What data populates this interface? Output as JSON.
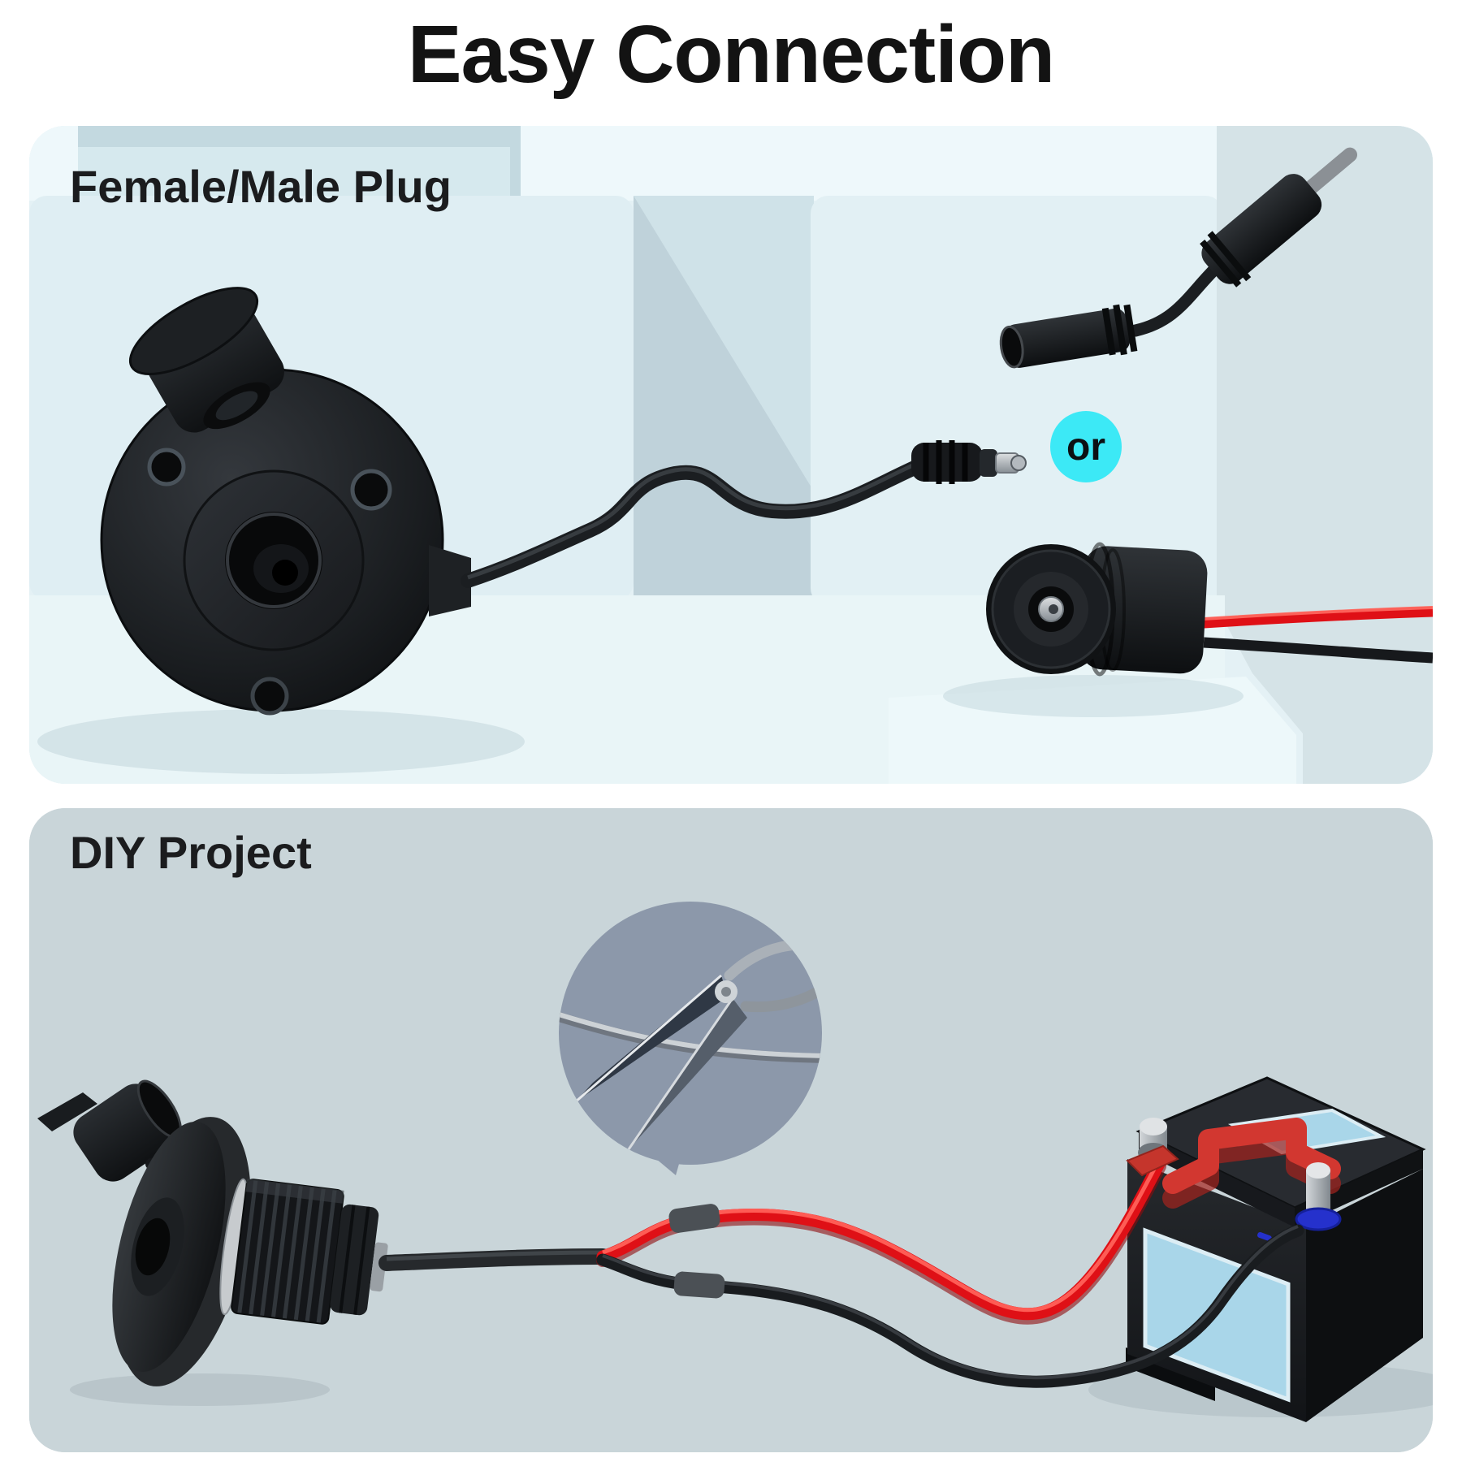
{
  "title": "Easy Connection",
  "panels": {
    "top": {
      "label": "Female/Male Plug"
    },
    "bottom": {
      "label": "DIY Project"
    }
  },
  "or_badge": "or",
  "colors": {
    "title_color": "#131313",
    "accent_cyan": "#3ce9f6",
    "top_panel_bg": "#ddedf2",
    "bottom_panel_bg": "#c8d4d8",
    "wire_red": "#df1016",
    "wire_black": "#1b1e21",
    "battery_label_blue": "#a9d6e9",
    "battery_handle_red": "#d23730",
    "terminal_ring_blue": "#2531cc",
    "callout_bubble_gray": "#8c98aa"
  },
  "items": {
    "top_panel": [
      "flange-mount-socket-with-dust-cap",
      "extension-cable",
      "male-dc-plug",
      "female-dc-barrel-pigtail",
      "panel-mount-socket-with-red-black-wires"
    ],
    "bottom_panel": [
      "side-view-panel-socket",
      "wire-cutting-scissors-callout",
      "red-black-split-wires",
      "car-battery"
    ]
  }
}
